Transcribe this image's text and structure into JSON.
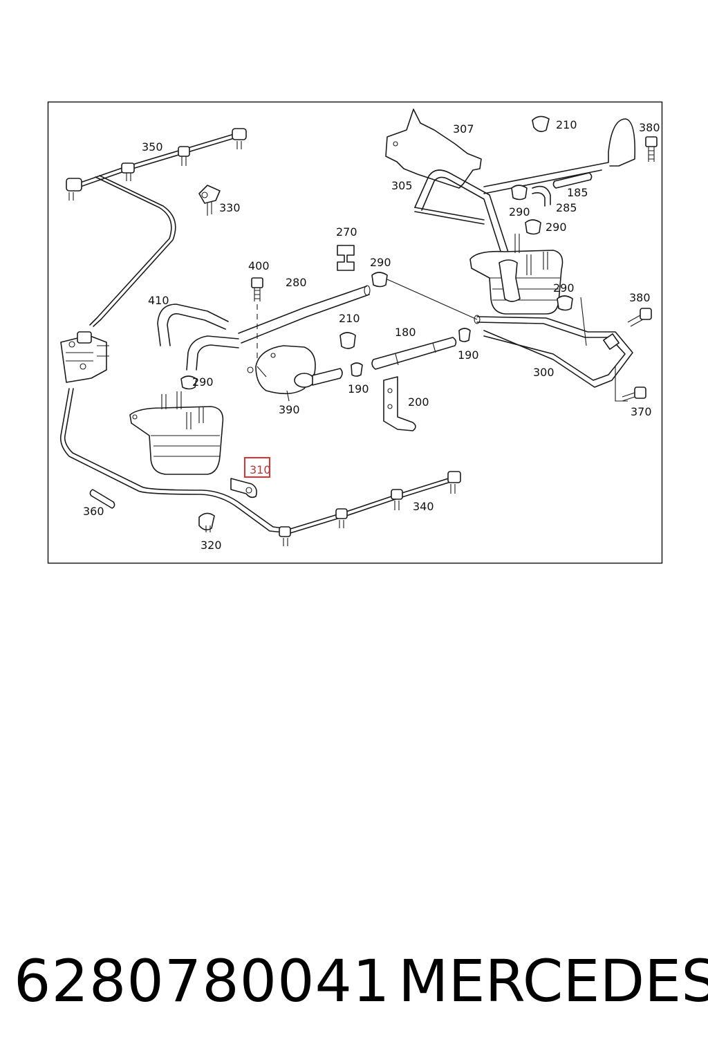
{
  "diagram": {
    "labels": [
      "350",
      "330",
      "410",
      "400",
      "280",
      "270",
      "290",
      "290",
      "290",
      "290",
      "290",
      "210",
      "210",
      "180",
      "190",
      "190",
      "200",
      "390",
      "310",
      "360",
      "320",
      "340",
      "307",
      "305",
      "185",
      "285",
      "380",
      "380",
      "300",
      "370"
    ],
    "highlighted_label": "310",
    "highlight_color": "#e03030"
  },
  "caption": {
    "part_number": "6280780041",
    "brand": "MERCEDES"
  }
}
